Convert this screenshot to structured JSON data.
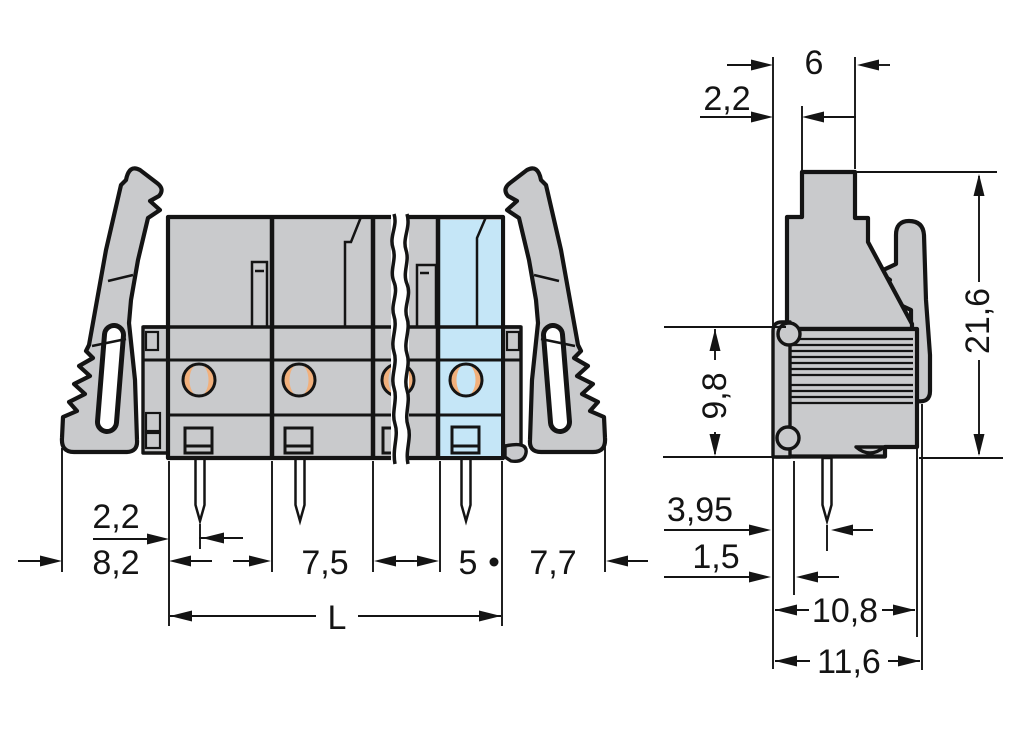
{
  "colors": {
    "background": "#ffffff",
    "body_gray": "#c9cacc",
    "highlight_blue": "#c5e6f7",
    "pin_copper": "#f1b07c",
    "line_black": "#141414"
  },
  "front_view": {
    "labels": {
      "edge_to_pin": "2,2",
      "latch_overhang_left": "8,2",
      "pole_pitch": "7,5",
      "end_pole_width": "5",
      "latch_overhang_right": "7,7",
      "total_length": "L"
    }
  },
  "side_view": {
    "labels": {
      "top_offset": "2,2",
      "housing_width": "6",
      "total_height": "21,6",
      "lower_body_height": "9,8",
      "pin_offset": "3,95",
      "flange_thickness": "1,5",
      "body_depth": "10,8",
      "total_depth": "11,6"
    }
  }
}
